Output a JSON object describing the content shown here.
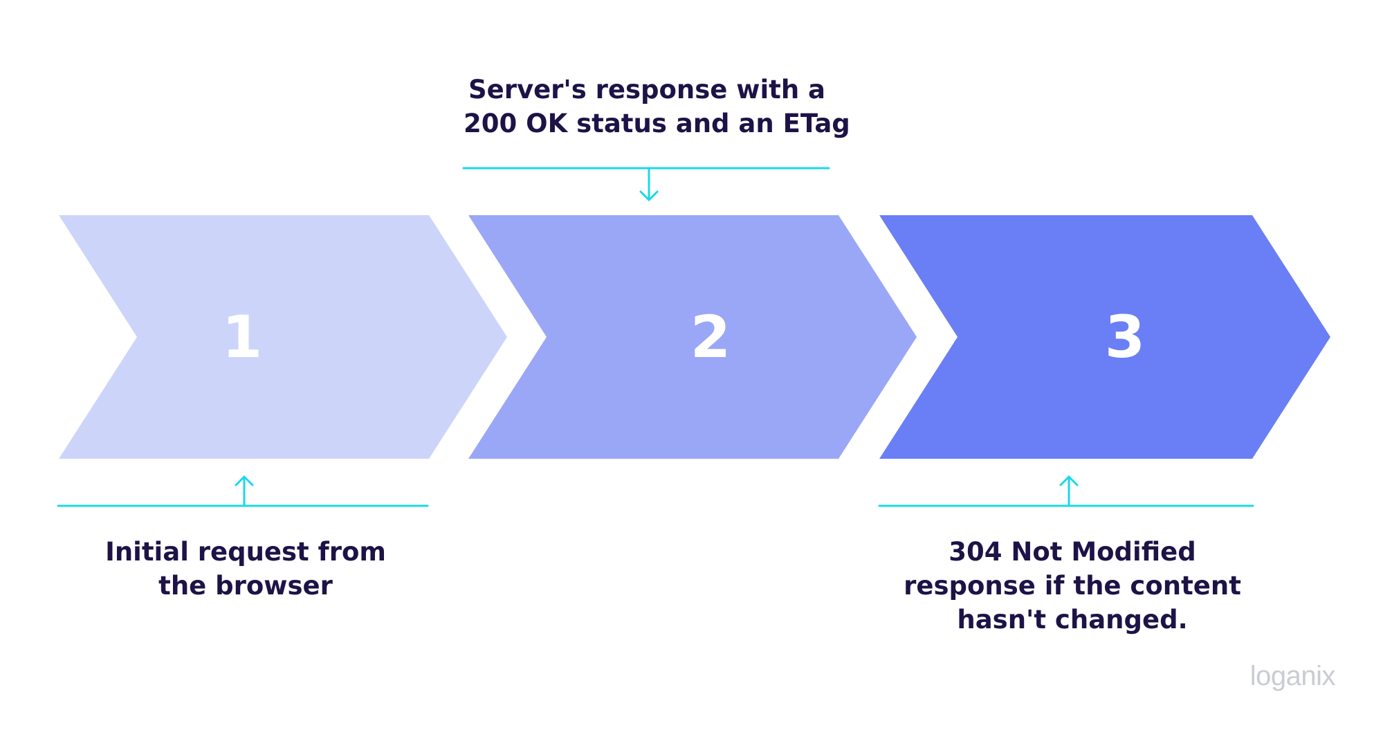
{
  "steps": [
    {
      "number": "1",
      "color": "#ccd5f9",
      "caption_lines": [
        "Initial request from",
        "the browser"
      ],
      "caption_position": "below"
    },
    {
      "number": "2",
      "color": "#9aa7f7",
      "caption_lines": [
        "Server's response with a",
        "200 OK status and an ETag"
      ],
      "caption_position": "above"
    },
    {
      "number": "3",
      "color": "#6a7ff5",
      "caption_lines": [
        "304 Not Modified",
        "response if the content",
        "hasn't changed."
      ],
      "caption_position": "below"
    }
  ],
  "connector_color": "#1ad8ea",
  "text_color": "#1d1347",
  "logo": "loganix"
}
